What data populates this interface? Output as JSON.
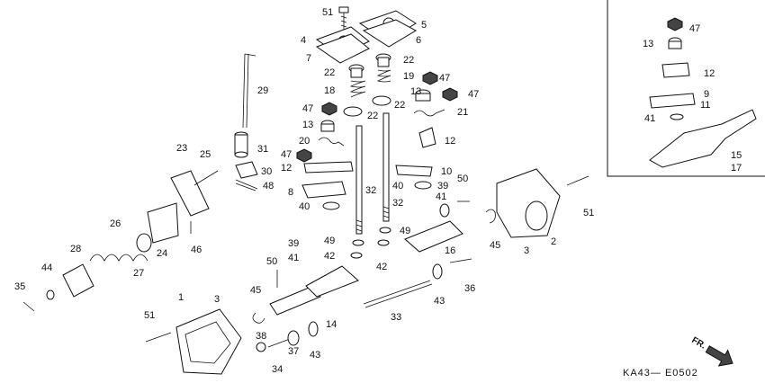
{
  "diagram": {
    "drawing_code": "KA43— E0502",
    "direction_label": "FR.",
    "callouts": {
      "c51a": "51",
      "c5": "5",
      "c4": "4",
      "c6": "6",
      "c7": "7",
      "c22a": "22",
      "c22b": "22",
      "c19": "19",
      "c47a": "47",
      "c18": "18",
      "c13a": "13",
      "c47b": "47",
      "c47c": "47",
      "c22c": "22",
      "c22d": "22",
      "c21": "21",
      "c29": "29",
      "c13b": "13",
      "c20": "20",
      "c12a": "12",
      "c31": "31",
      "c47d": "47",
      "c12b": "12",
      "c30": "30",
      "c10": "10",
      "c48": "48",
      "c8": "8",
      "c32a": "32",
      "c32b": "32",
      "c50a": "50",
      "c40a": "40",
      "c40b": "40",
      "c39a": "39",
      "c23": "23",
      "c25": "25",
      "c41a": "41",
      "c49a": "49",
      "c49b": "49",
      "c42a": "42",
      "c42b": "42",
      "c16": "16",
      "c45a": "45",
      "c3a": "3",
      "c2": "2",
      "c51b": "51",
      "c26": "26",
      "c28": "28",
      "c24": "24",
      "c46": "46",
      "c27": "27",
      "c44": "44",
      "c35": "35",
      "c39b": "39",
      "c41b": "41",
      "c50b": "50",
      "c45b": "45",
      "c14": "14",
      "c43a": "43",
      "c36": "36",
      "c33": "33",
      "c1": "1",
      "c3b": "3",
      "c51c": "51",
      "c38": "38",
      "c37": "37",
      "c43b": "43",
      "c34": "34",
      "c47e": "47",
      "c13c": "13",
      "c12c": "12",
      "c9": "9",
      "c11": "11",
      "c41c": "41",
      "c15": "15",
      "c17": "17"
    }
  }
}
